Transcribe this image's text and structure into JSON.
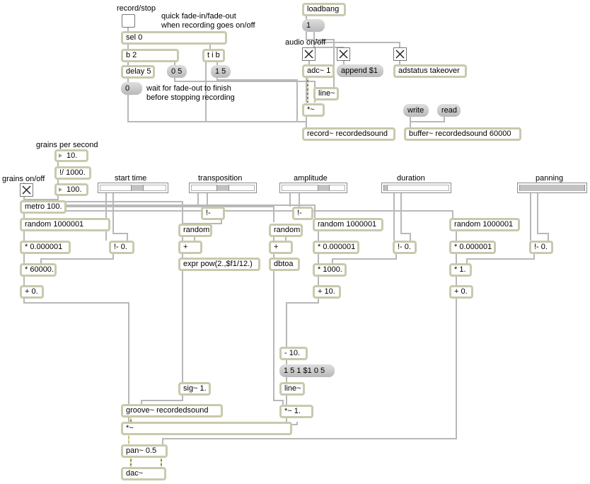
{
  "comments": {
    "record_stop": "record/stop",
    "fade_note": "quick fade-in/fade-out\nwhen recording goes on/off",
    "wait_note": "wait for fade-out to finish\nbefore stopping recording",
    "audio_on_off": "audio on/off",
    "grains_per_second": "grains per second",
    "grains_on_off": "grains on/off",
    "start_time": "start time",
    "transposition": "transposition",
    "amplitude": "amplitude",
    "duration": "duration",
    "panning": "panning"
  },
  "objects": {
    "sel0": "sel 0",
    "b2": "b 2",
    "tib": "t i b",
    "delay5": "delay 5",
    "loadbang": "loadbang",
    "adc": "adc~ 1",
    "line_rec": "line~",
    "mul_rec": "*~",
    "record": "record~ recordedsound",
    "buffer": "buffer~ recordedsound 60000",
    "adstatus": "adstatus takeover",
    "idiv": "!/ 1000.",
    "metro": "metro 100.",
    "random1": "random 1000001",
    "mul1": "* 0.000001",
    "mul_60000": "* 60000.",
    "plus0_a": "+ 0.",
    "minus0_a": "!- 0.",
    "minus_t": "!-",
    "random_t": "random",
    "plus_t": "+",
    "expr": "expr pow(2.,$f1/12.)",
    "sig": "sig~ 1.",
    "minus_a": "!-",
    "random_a": "random",
    "plus_a": "+",
    "dbtoa": "dbtoa",
    "random2": "random 1000001",
    "mul2": "* 0.000001",
    "minus0_d": "!- 0.",
    "mul_1000": "* 1000.",
    "plus10": "+ 10.",
    "minus10": "- 10.",
    "line_env": "line~",
    "mul_env": "*~ 1.",
    "random3": "random 1000001",
    "mul3": "* 0.000001",
    "minus0_p": "!- 0.",
    "mul_1": "* 1.",
    "plus0_p": "+ 0.",
    "groove": "groove~ recordedsound",
    "mul_out": "*~",
    "pan": "pan~ 0.5",
    "dac": "dac~"
  },
  "messages": {
    "one": "1",
    "zero5": "0 5",
    "one5": "1 5",
    "zero": "0",
    "append": "append $1",
    "write": "write",
    "read": "read",
    "env": "1 5 1 $1 0 5"
  },
  "numbers": {
    "grains": "10.",
    "interval": "100."
  },
  "sliders": {
    "start_time": 0.58,
    "transposition": 0.5,
    "amplitude": 0.7,
    "duration": 0.02,
    "panning": 1.0
  },
  "toggles": {
    "audio_on_off": true,
    "append_toggle": true,
    "adstatus_toggle": true,
    "grains_on_off": true
  }
}
